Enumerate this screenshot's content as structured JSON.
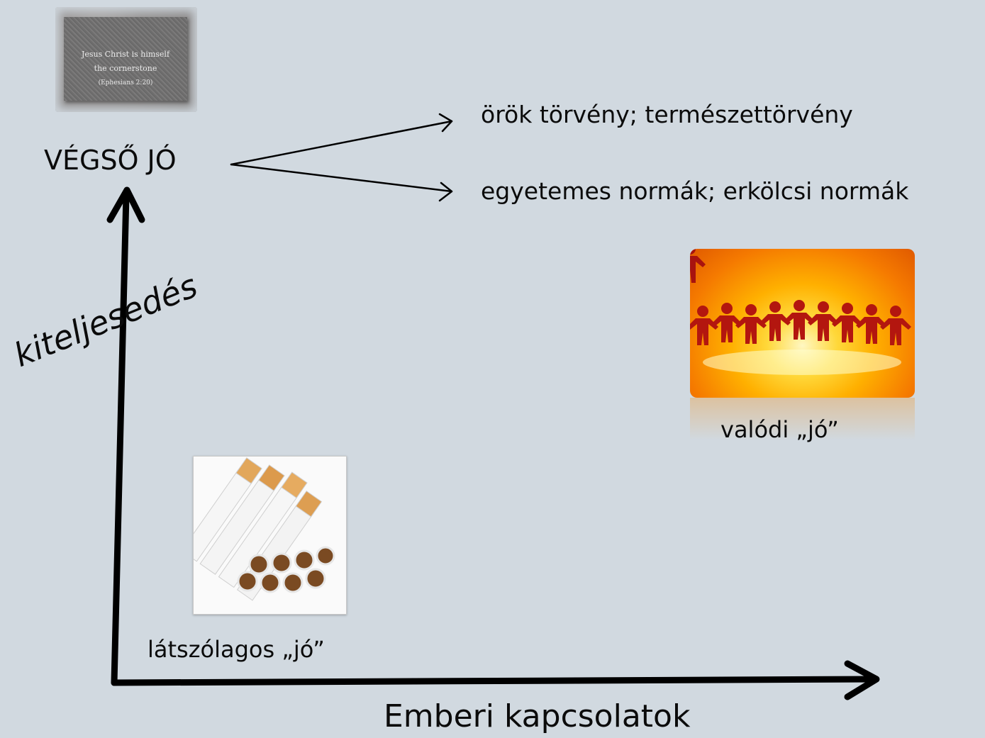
{
  "labels": {
    "top_node": "VÉGSŐ JÓ",
    "branch_upper": "örök törvény; természettörvény",
    "branch_lower": "egyetemes normák; erkölcsi normák",
    "vertical_axis": "kiteljesedés",
    "horizontal_axis": "Emberi kapcsolatok",
    "caption_true_good": "valódi „jó”",
    "caption_apparent_good": "látszólagos „jó”"
  },
  "images": {
    "stone_plaque": {
      "line1": "Jesus Christ is himself",
      "line2": "the cornerstone",
      "line3": "(Ephesians 2:20)"
    },
    "people_picture": "paper-chain-people-icon",
    "cigarettes_picture": "cigarettes-icon"
  },
  "colors": {
    "background": "#d1d9e0",
    "text": "#0b0b0b",
    "axis": "#000000"
  }
}
